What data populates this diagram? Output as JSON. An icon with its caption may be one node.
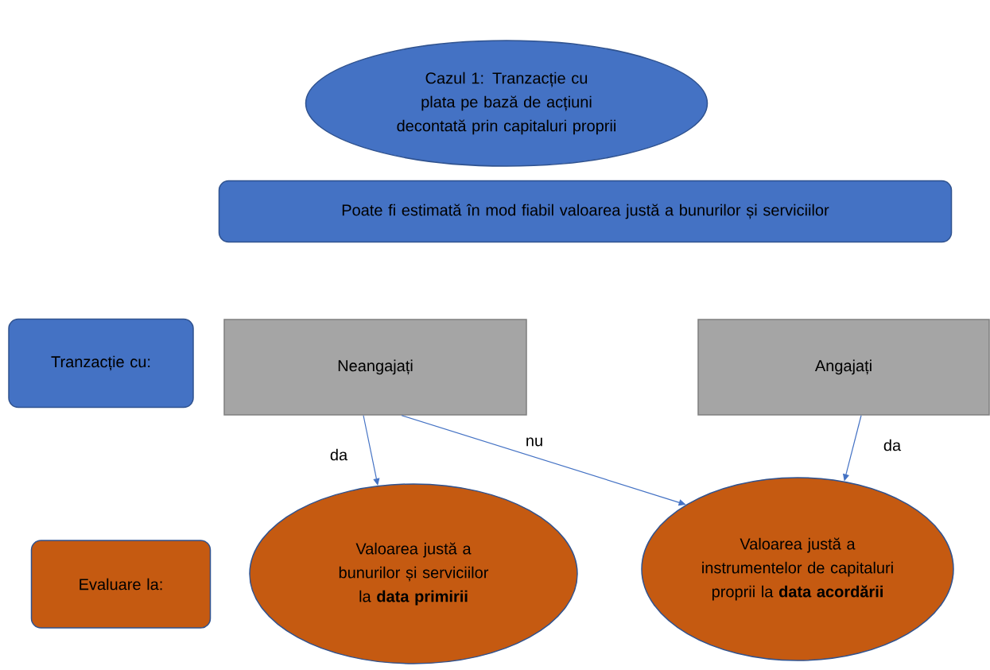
{
  "diagram": {
    "nodes": [
      {
        "text": [
          "Cazul 1: Tranzacție cu plata pe bază de acțiuni decontată prin capitaluri proprii"
        ]
      },
      {
        "text": [
          "Poate fi estimată în mod fiabil valoarea justă a bunurilor și serviciilor"
        ]
      },
      {
        "text": [
          "Tranzacție cu:"
        ]
      },
      {
        "text": [
          "Neangajați"
        ]
      },
      {
        "text": [
          "Angajați"
        ]
      },
      {
        "text": [
          "Evaluare la:"
        ]
      },
      {
        "text": [
          "Valoarea justă a bunurilor și serviciilor la **data primirii**"
        ]
      },
      {
        "text": [
          "Valoarea justă a instrumentelor de capitaluri proprii la **data acordării**"
        ]
      }
    ],
    "edges": [
      {
        "from": 3,
        "to": 6,
        "arrow": "to",
        "label": "da"
      },
      {
        "from": 3,
        "to": 7,
        "arrow": "to",
        "label": "nu"
      },
      {
        "from": 4,
        "to": 7,
        "arrow": "to",
        "label": "da"
      }
    ]
  }
}
